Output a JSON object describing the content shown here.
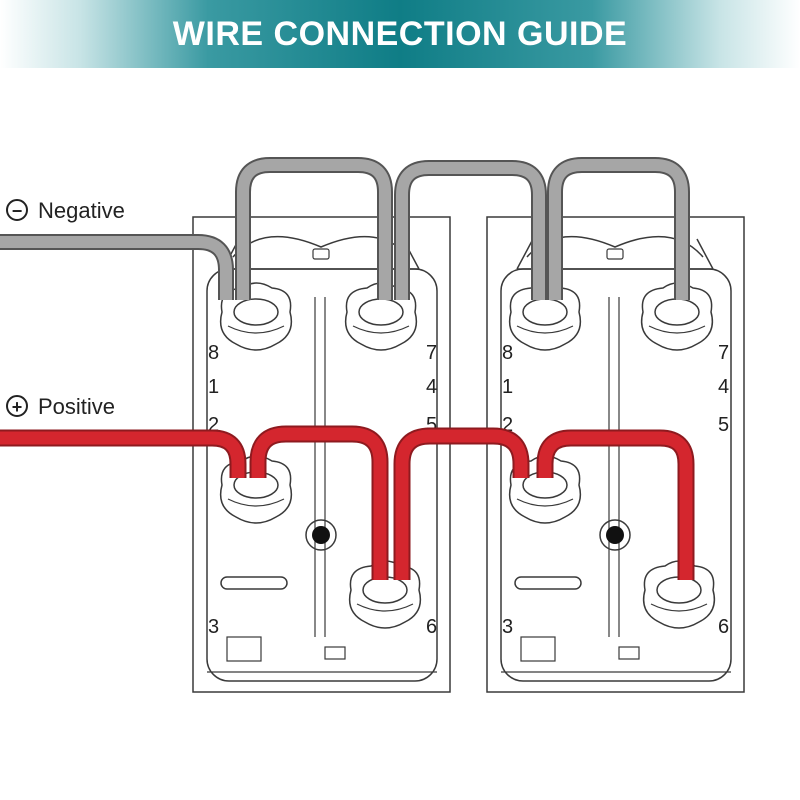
{
  "title": "WIRE CONNECTION GUIDE",
  "legend": {
    "negative": {
      "symbol": "−",
      "label": "Negative"
    },
    "positive": {
      "symbol": "+",
      "label": "Positive"
    }
  },
  "switches": [
    {
      "terminals": {
        "t8": "8",
        "t1": "1",
        "t2": "2",
        "t3": "3",
        "t7": "7",
        "t4": "4",
        "t5": "5",
        "t6": "6"
      }
    },
    {
      "terminals": {
        "t8": "8",
        "t1": "1",
        "t2": "2",
        "t3": "3",
        "t7": "7",
        "t4": "4",
        "t5": "5",
        "t6": "6"
      }
    }
  ],
  "colors": {
    "banner": "#0f7d86",
    "negative_wire": "#a6a6a6",
    "positive_wire": "#d4262e",
    "outline": "#3a3a3a"
  }
}
